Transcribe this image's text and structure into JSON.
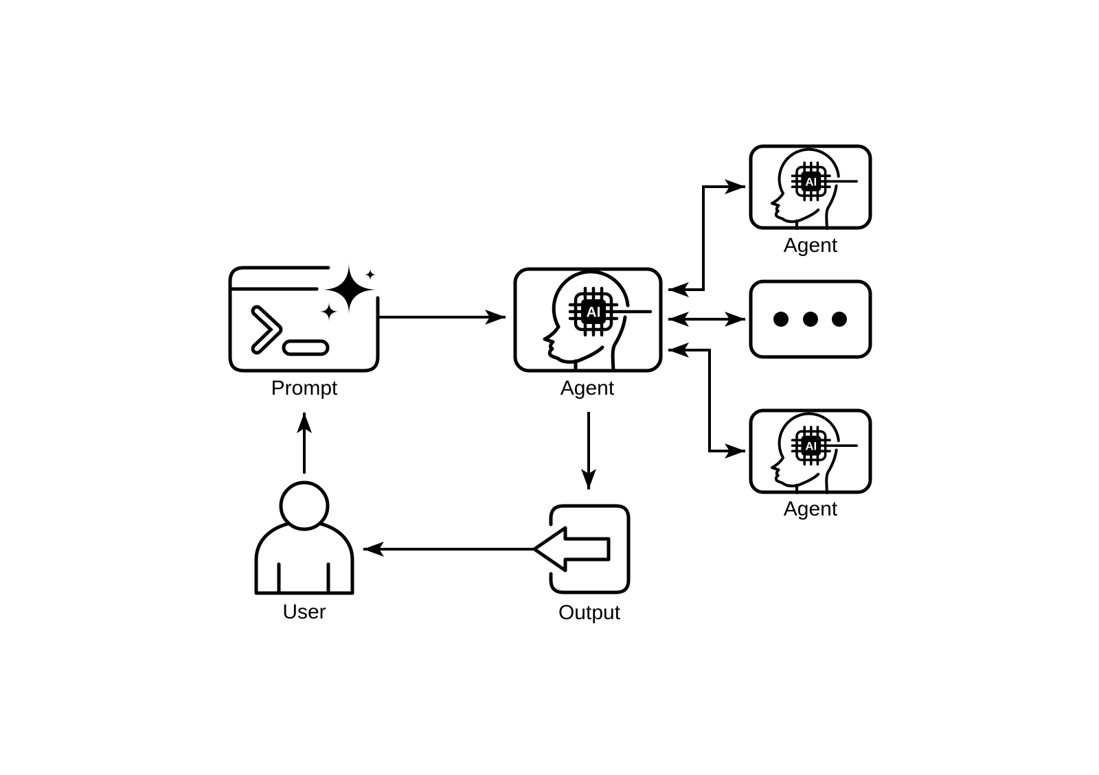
{
  "title": "Agent orchestration flow diagram",
  "colors": {
    "background": "#ffffff",
    "line": "#000000",
    "text": "#000000"
  },
  "chip_label": "AI",
  "nodes": {
    "prompt": {
      "label": "Prompt",
      "icon": "terminal-sparkle-icon"
    },
    "agent_main": {
      "label": "Agent",
      "icon": "ai-head-chip-icon"
    },
    "agent_top": {
      "label": "Agent",
      "icon": "ai-head-chip-icon"
    },
    "more_agents": {
      "label": "",
      "icon": "ellipsis-icon"
    },
    "agent_bottom": {
      "label": "Agent",
      "icon": "ai-head-chip-icon"
    },
    "output": {
      "label": "Output",
      "icon": "export-arrow-icon"
    },
    "user": {
      "label": "User",
      "icon": "person-icon"
    }
  },
  "edges": [
    {
      "from": "user",
      "to": "prompt",
      "arrows": "one-way"
    },
    {
      "from": "prompt",
      "to": "agent_main",
      "arrows": "one-way"
    },
    {
      "from": "agent_main",
      "to": "agent_top",
      "arrows": "two-way"
    },
    {
      "from": "agent_main",
      "to": "more_agents",
      "arrows": "two-way"
    },
    {
      "from": "agent_main",
      "to": "agent_bottom",
      "arrows": "two-way"
    },
    {
      "from": "agent_main",
      "to": "output",
      "arrows": "one-way"
    },
    {
      "from": "output",
      "to": "user",
      "arrows": "one-way"
    }
  ]
}
